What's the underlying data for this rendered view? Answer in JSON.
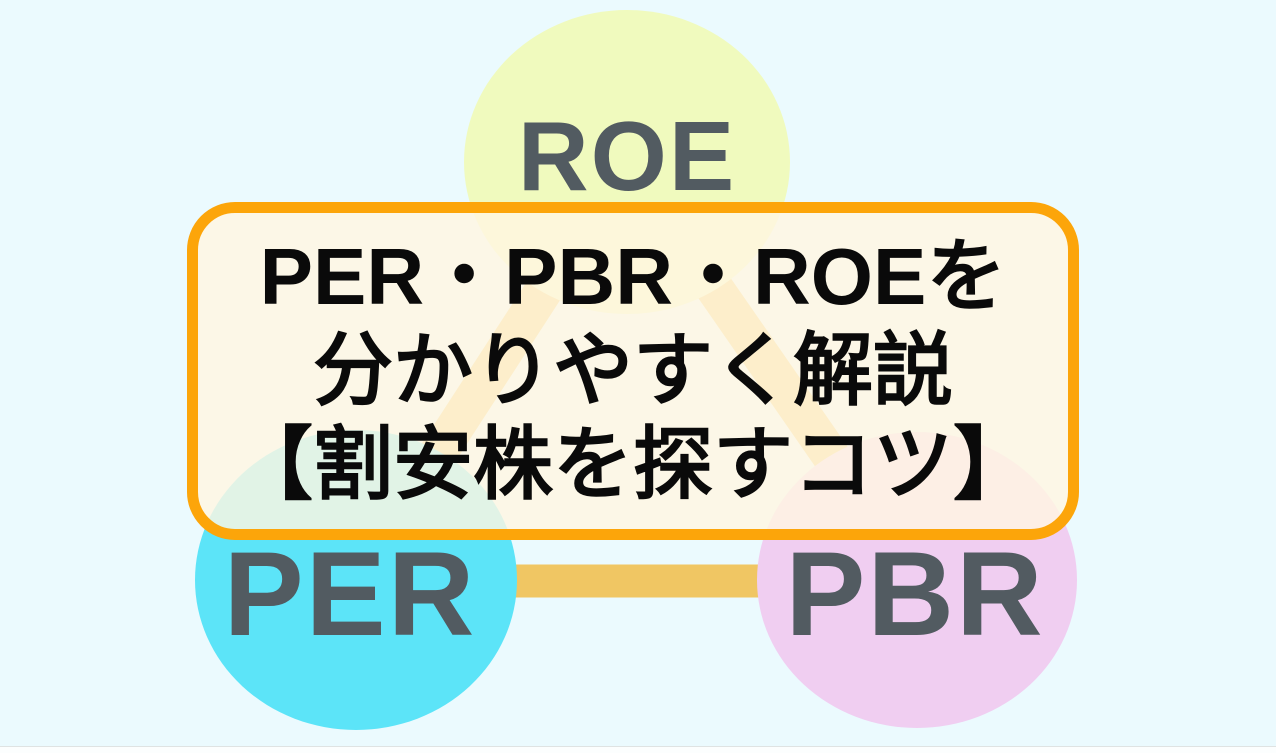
{
  "colors": {
    "background": "#ebfafe",
    "roe-circle": "#f0fabe",
    "per-circle": "#5ce4f8",
    "pbr-circle": "#f0cef1",
    "circle-label": "#525b61",
    "triangle-line": "#f0c663",
    "panel-border": "#fca50a",
    "panel-fill": "rgba(255,246,226,0.82)",
    "title-text": "#0a0a0a"
  },
  "diagram": {
    "circles": [
      {
        "id": "roe",
        "label": "ROE"
      },
      {
        "id": "per",
        "label": "PER"
      },
      {
        "id": "pbr",
        "label": "PBR"
      }
    ],
    "title": {
      "line1": "PER・PBR・ROEを",
      "line2": "分かりやすく解説",
      "line3": "【割安株を探すコツ】"
    }
  }
}
